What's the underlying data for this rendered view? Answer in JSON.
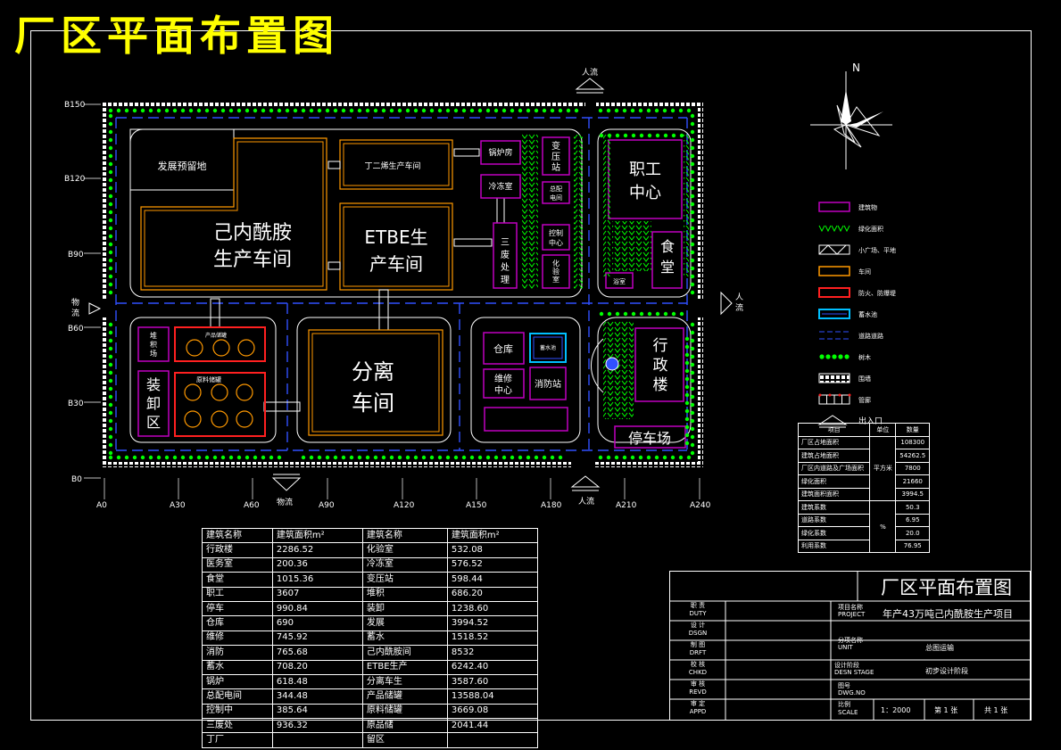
{
  "title": "厂区平面布置图",
  "north": "N",
  "gates": {
    "people_top": "人流",
    "people_right": "人流",
    "people_bottom": "人流",
    "logistics_left": "物流",
    "logistics_bottom": "物流"
  },
  "grid": {
    "rows": [
      "B150",
      "B120",
      "B90",
      "B60",
      "B30",
      "B0"
    ],
    "cols": [
      "A0",
      "A30",
      "A60",
      "A90",
      "A120",
      "A150",
      "A180",
      "A210",
      "A240"
    ]
  },
  "buildings": {
    "reserve": "发展预留地",
    "caprolactam": [
      "己内酰胺",
      "生产车间"
    ],
    "butadiene": "丁二烯生产车间",
    "etbe": [
      "ETBE生",
      "产车间"
    ],
    "boiler": "锅炉房",
    "chiller": "冷冻室",
    "waste": [
      "三",
      "废",
      "处",
      "理"
    ],
    "substation": [
      "变",
      "压",
      "站"
    ],
    "power_room": [
      "总配",
      "电间"
    ],
    "control": [
      "控制",
      "中心"
    ],
    "lab": [
      "化",
      "验",
      "室"
    ],
    "staff_center": [
      "职工",
      "中心"
    ],
    "canteen": [
      "食",
      "堂"
    ],
    "bathroom": "浴室",
    "product_yard": [
      "堆",
      "积",
      "场"
    ],
    "loading": [
      "装",
      "卸",
      "区"
    ],
    "product_tanks": "产品储罐",
    "raw_tanks": "原料储罐",
    "separation": [
      "分离",
      "车间"
    ],
    "warehouse": "仓库",
    "repair": [
      "维修",
      "中心"
    ],
    "fire_station": "消防站",
    "water_pool": "蓄水池",
    "admin": [
      "行",
      "政",
      "楼"
    ],
    "parking": "停车场"
  },
  "legend": [
    {
      "icon": "building-icon",
      "label": "建筑物"
    },
    {
      "icon": "green-area-icon",
      "label": "绿化面积"
    },
    {
      "icon": "plaza-icon",
      "label": "小广场、平地"
    },
    {
      "icon": "workshop-icon",
      "label": "车间"
    },
    {
      "icon": "dike-icon",
      "label": "防火、防爆堤"
    },
    {
      "icon": "pool-icon",
      "label": "蓄水池"
    },
    {
      "icon": "road-icon",
      "label": "道路道路"
    },
    {
      "icon": "tree-icon",
      "label": "树木"
    },
    {
      "icon": "wall-icon",
      "label": "围墙"
    },
    {
      "icon": "pipe-rack-icon",
      "label": "管廊"
    },
    {
      "icon": "gate-icon",
      "label": "出入口"
    }
  ],
  "stats": {
    "headers": [
      "项目",
      "单位",
      "数量"
    ],
    "rows": [
      {
        "name": "厂区占地面积",
        "value": "108300"
      },
      {
        "name": "建筑占地面积",
        "value": "54262.5"
      },
      {
        "name": "厂区内道路及广场面积",
        "value": "7800"
      },
      {
        "name": "绿化面积",
        "value": "21660"
      },
      {
        "name": "建筑面积面积",
        "value": "3994.5"
      },
      {
        "name": "建筑系数",
        "value": "50.3"
      },
      {
        "name": "道路系数",
        "value": "6.95"
      },
      {
        "name": "绿化系数",
        "value": "20.0"
      },
      {
        "name": "利用系数",
        "value": "76.95"
      }
    ],
    "unit_area": "平方米",
    "unit_pct": "%"
  },
  "building_table": {
    "headers": [
      "建筑名称",
      "建筑面积m²",
      "建筑名称",
      "建筑面积m²"
    ],
    "rows": [
      [
        "行政楼",
        "2286.52",
        "化验室",
        "532.08"
      ],
      [
        "医务室",
        "200.36",
        "冷冻室",
        "576.52"
      ],
      [
        "食堂",
        "1015.36",
        "变压站",
        "598.44"
      ],
      [
        "职工",
        "3607",
        "堆积",
        "686.20"
      ],
      [
        "停车",
        "990.84",
        "装卸",
        "1238.60"
      ],
      [
        "仓库",
        "690",
        "发展",
        "3994.52"
      ],
      [
        "维修",
        "745.92",
        "蓄水",
        "1518.52"
      ],
      [
        "消防",
        "765.68",
        "己内酰胺间",
        "8532"
      ],
      [
        "蓄水",
        "708.20",
        "ETBE生产",
        "6242.40"
      ],
      [
        "锅炉",
        "618.48",
        "分离车生",
        "3587.60"
      ],
      [
        "总配电间",
        "344.48",
        "产品储罐",
        "13588.04"
      ],
      [
        "控制中",
        "385.64",
        "原料储罐",
        "3669.08"
      ],
      [
        "三废处",
        "936.32",
        "原品储",
        "2041.44"
      ],
      [
        "丁厂",
        "",
        "留区",
        ""
      ]
    ]
  },
  "title_block": {
    "drawing_title": "厂区平面布置图",
    "labels": [
      {
        "cn": "职 责",
        "en": "DUTY"
      },
      {
        "cn": "设 计",
        "en": "DSGN"
      },
      {
        "cn": "制 图",
        "en": "DRFT"
      },
      {
        "cn": "校 核",
        "en": "CHKD"
      },
      {
        "cn": "审 核",
        "en": "REVD"
      },
      {
        "cn": "审 定",
        "en": "APPD"
      }
    ],
    "project_label": {
      "cn": "项目名称",
      "en": "PROJECT"
    },
    "project_value": "年产43万吨己内酰胺生产项目",
    "unit_label": {
      "cn": "分项名称",
      "en": "UNIT"
    },
    "unit_value": "总图运输",
    "stage_label": {
      "cn": "设计阶段",
      "en": "DESN STAGE"
    },
    "stage_value": "初步设计阶段",
    "dwg_label": {
      "cn": "图号",
      "en": "DWG.NO"
    },
    "scale_label": {
      "cn": "比例",
      "en": "SCALE"
    },
    "scale_value": "1：2000",
    "sheet": "第 1 张",
    "total": "共 1 张"
  },
  "colors": {
    "title": "#ffff00",
    "building": "#c000c0",
    "workshop": "#ff9900",
    "dike": "#ff2020",
    "road": "#3050ff",
    "green": "#00ff00",
    "pool": "#00bfff"
  }
}
